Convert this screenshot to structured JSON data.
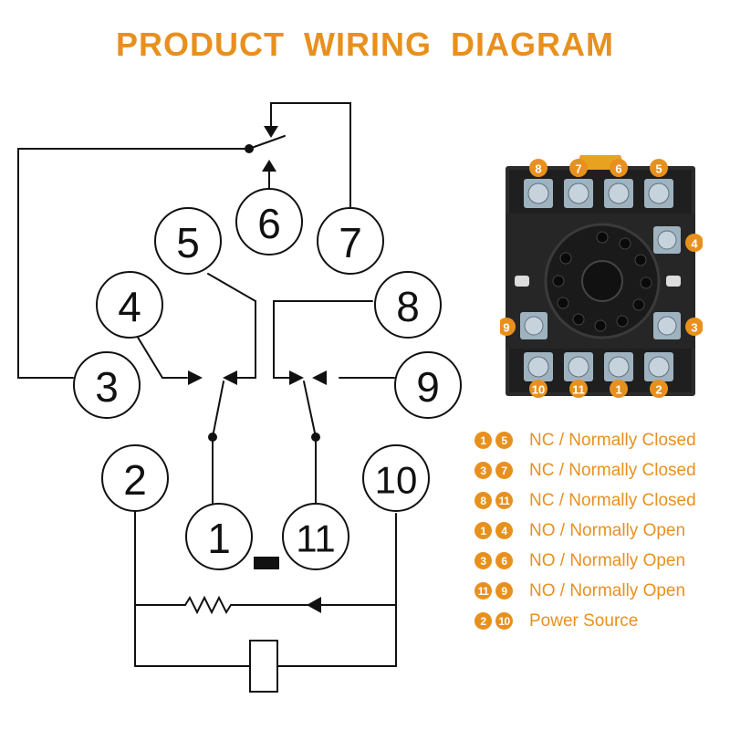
{
  "title": "PRODUCT WIRING DIAGRAM",
  "colors": {
    "accent": "#e8901e",
    "line": "#111111",
    "legend_text": "#e8901e",
    "relay_body": "#2a2a2a"
  },
  "pins": {
    "p1": "1",
    "p2": "2",
    "p3": "3",
    "p4": "4",
    "p5": "5",
    "p6": "6",
    "p7": "7",
    "p8": "8",
    "p9": "9",
    "p10": "10",
    "p11": "11"
  },
  "photo_labels": {
    "top": [
      "8",
      "7",
      "6",
      "5"
    ],
    "right_upper": "4",
    "right_lower": "3",
    "left": "9",
    "bottom": [
      "10",
      "11",
      "1",
      "2"
    ]
  },
  "legend": [
    {
      "a": "1",
      "b": "5",
      "text": "NC / Normally Closed"
    },
    {
      "a": "3",
      "b": "7",
      "text": "NC / Normally Closed"
    },
    {
      "a": "8",
      "b": "11",
      "text": "NC / Normally Closed"
    },
    {
      "a": "1",
      "b": "4",
      "text": "NO / Normally Open"
    },
    {
      "a": "3",
      "b": "6",
      "text": "NO / Normally Open"
    },
    {
      "a": "11",
      "b": "9",
      "text": "NO / Normally Open"
    },
    {
      "a": "2",
      "b": "10",
      "text": "Power Source"
    }
  ]
}
